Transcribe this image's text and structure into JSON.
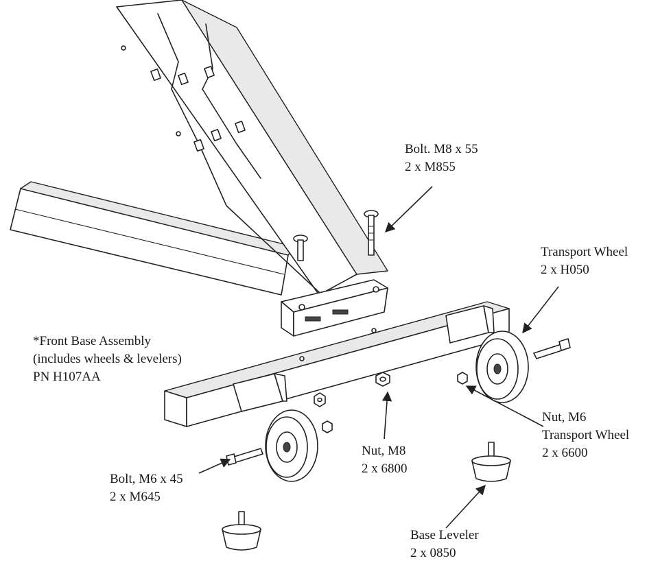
{
  "labels": {
    "bolt_m8": {
      "name": "Bolt. M8 x 55",
      "qty": "2 x M855"
    },
    "transport_wheel": {
      "name": "Transport Wheel",
      "qty": "2 x H050"
    },
    "front_base": {
      "line1": "*Front Base Assembly",
      "line2": "(includes wheels & levelers)",
      "line3": "PN H107AA"
    },
    "nut_m6": {
      "name": "Nut, M6",
      "sub": "Transport Wheel",
      "qty": "2 x 6600"
    },
    "nut_m8": {
      "name": "Nut, M8",
      "qty": "2 x 6800"
    },
    "bolt_m6": {
      "name": "Bolt, M6 x 45",
      "qty": "2 x M645"
    },
    "base_leveler": {
      "name": "Base Leveler",
      "qty": "2 x 0850"
    }
  }
}
